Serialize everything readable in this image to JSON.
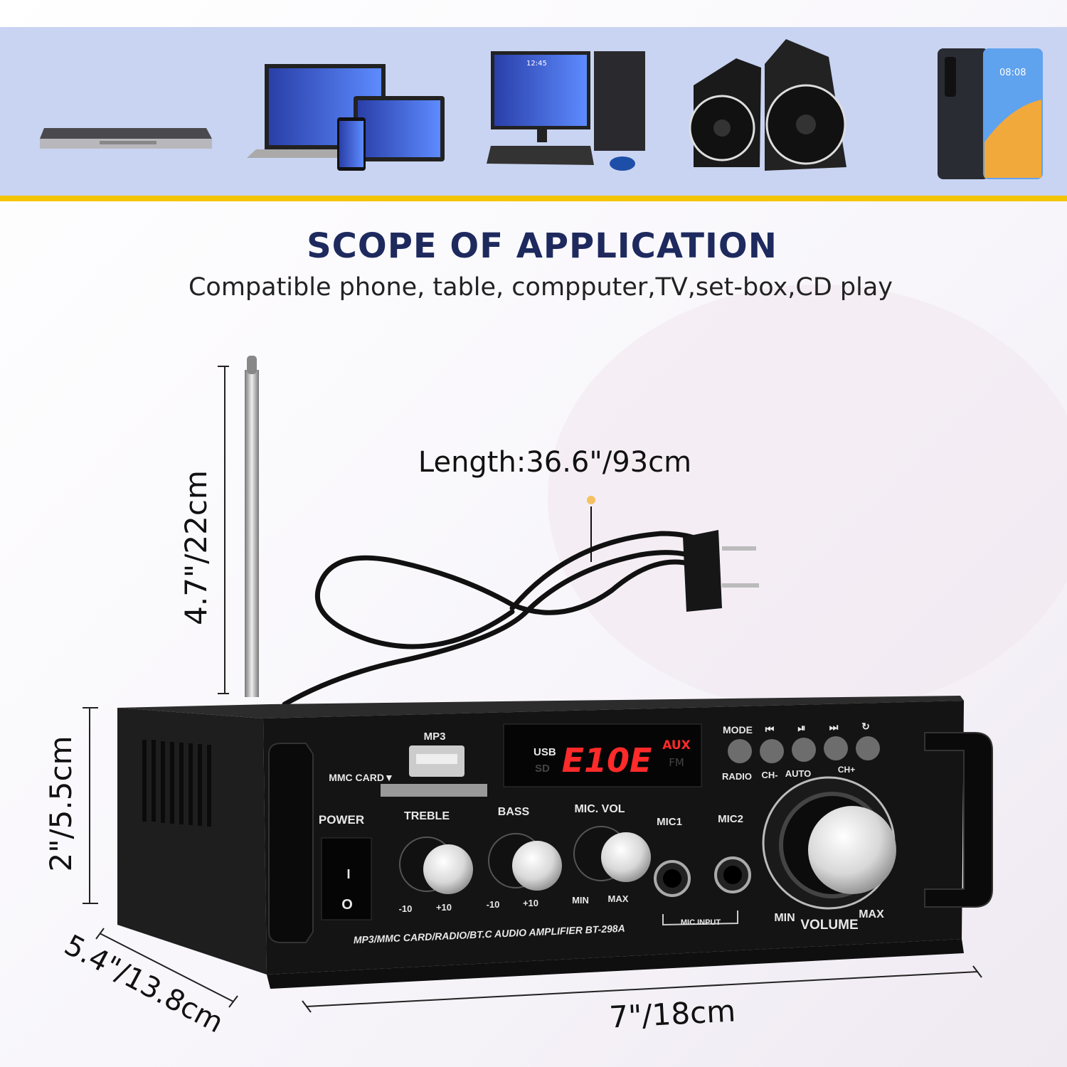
{
  "banner": {
    "devices": [
      "dvd-player",
      "laptop-tablet-phone",
      "desktop-computer",
      "speakers",
      "smartphone"
    ],
    "computer_clock": "12:45",
    "phone_clock": "08:08",
    "background": "#c9d4f2",
    "accent_line": "#f5c400"
  },
  "heading": {
    "title": "SCOPE OF APPLICATION",
    "subtitle": "Compatible phone, table, compputer,TV,set-box,CD play",
    "title_color": "#1e2a5e"
  },
  "dimensions": {
    "cable_length": "Length:36.6\"/93cm",
    "antenna_height": "4.7\"/22cm",
    "height": "2\"/5.5cm",
    "depth": "5.4\"/13.8cm",
    "width": "7\"/18cm"
  },
  "amplifier": {
    "model_line": "MP3/MMC CARD/RADIO/BT.C AUDIO AMPLIFIER BT-298A",
    "mp3_label": "MP3",
    "mmc_label": "MMC CARD▼",
    "power_label": "POWER",
    "power_on": "I",
    "power_off": "O",
    "display": {
      "text": "E10E",
      "usb": "USB",
      "sd": "SD",
      "aux": "AUX",
      "fm": "FM",
      "color": "#ff2a2a"
    },
    "buttons_top": [
      "MODE",
      "⏮",
      "⏯",
      "⏭",
      "↻"
    ],
    "buttons_bottom": [
      "RADIO",
      "CH-",
      "AUTO",
      "CH+"
    ],
    "knobs": [
      {
        "label": "TREBLE",
        "min": "-10",
        "max": "+10"
      },
      {
        "label": "BASS",
        "min": "-10",
        "max": "+10"
      },
      {
        "label": "MIC. VOL",
        "min": "MIN",
        "max": "MAX"
      }
    ],
    "mic1": "MIC1",
    "mic2": "MIC2",
    "mic_input": "MIC INPUT",
    "volume": {
      "label": "VOLUME",
      "min": "MIN",
      "max": "MAX"
    }
  }
}
